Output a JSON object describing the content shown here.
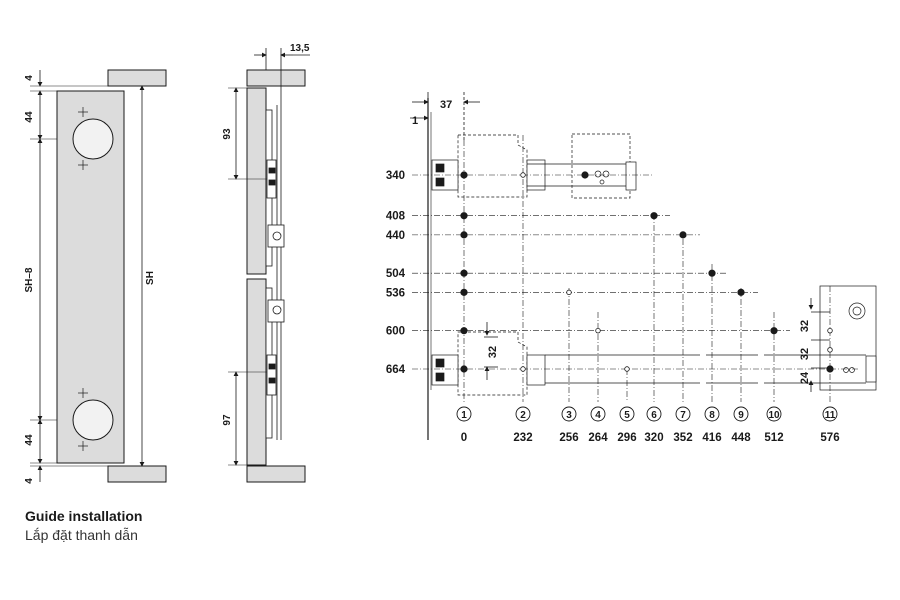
{
  "caption": {
    "title": "Guide installation",
    "subtitle": "Lắp đặt thanh dẫn"
  },
  "left_drawing": {
    "top_gap": "4",
    "bottom_gap": "4",
    "hole_offset_top": "44",
    "hole_offset_bottom": "44",
    "inner_height": "SH–8",
    "height": "SH"
  },
  "side_drawing": {
    "thickness": "13,5",
    "top_offset": "93",
    "bottom_offset": "97"
  },
  "right_drawing": {
    "width_dim": "37",
    "edge_dim": "1",
    "row_labels": [
      "340",
      "408",
      "440",
      "504",
      "536",
      "600",
      "664"
    ],
    "column_numbers": [
      "1",
      "2",
      "3",
      "4",
      "5",
      "6",
      "7",
      "8",
      "9",
      "10",
      "11"
    ],
    "column_values": [
      "0",
      "232",
      "256",
      "264",
      "296",
      "320",
      "352",
      "416",
      "448",
      "512",
      "576"
    ],
    "spacing_left": "32",
    "spacing_right_top": "32",
    "spacing_right_mid": "32",
    "spacing_right_bottom": "24"
  },
  "colors": {
    "line": "#1a1a1a",
    "panel_fill": "#dcdcdc",
    "hole_fill": "#f2f2f2"
  }
}
